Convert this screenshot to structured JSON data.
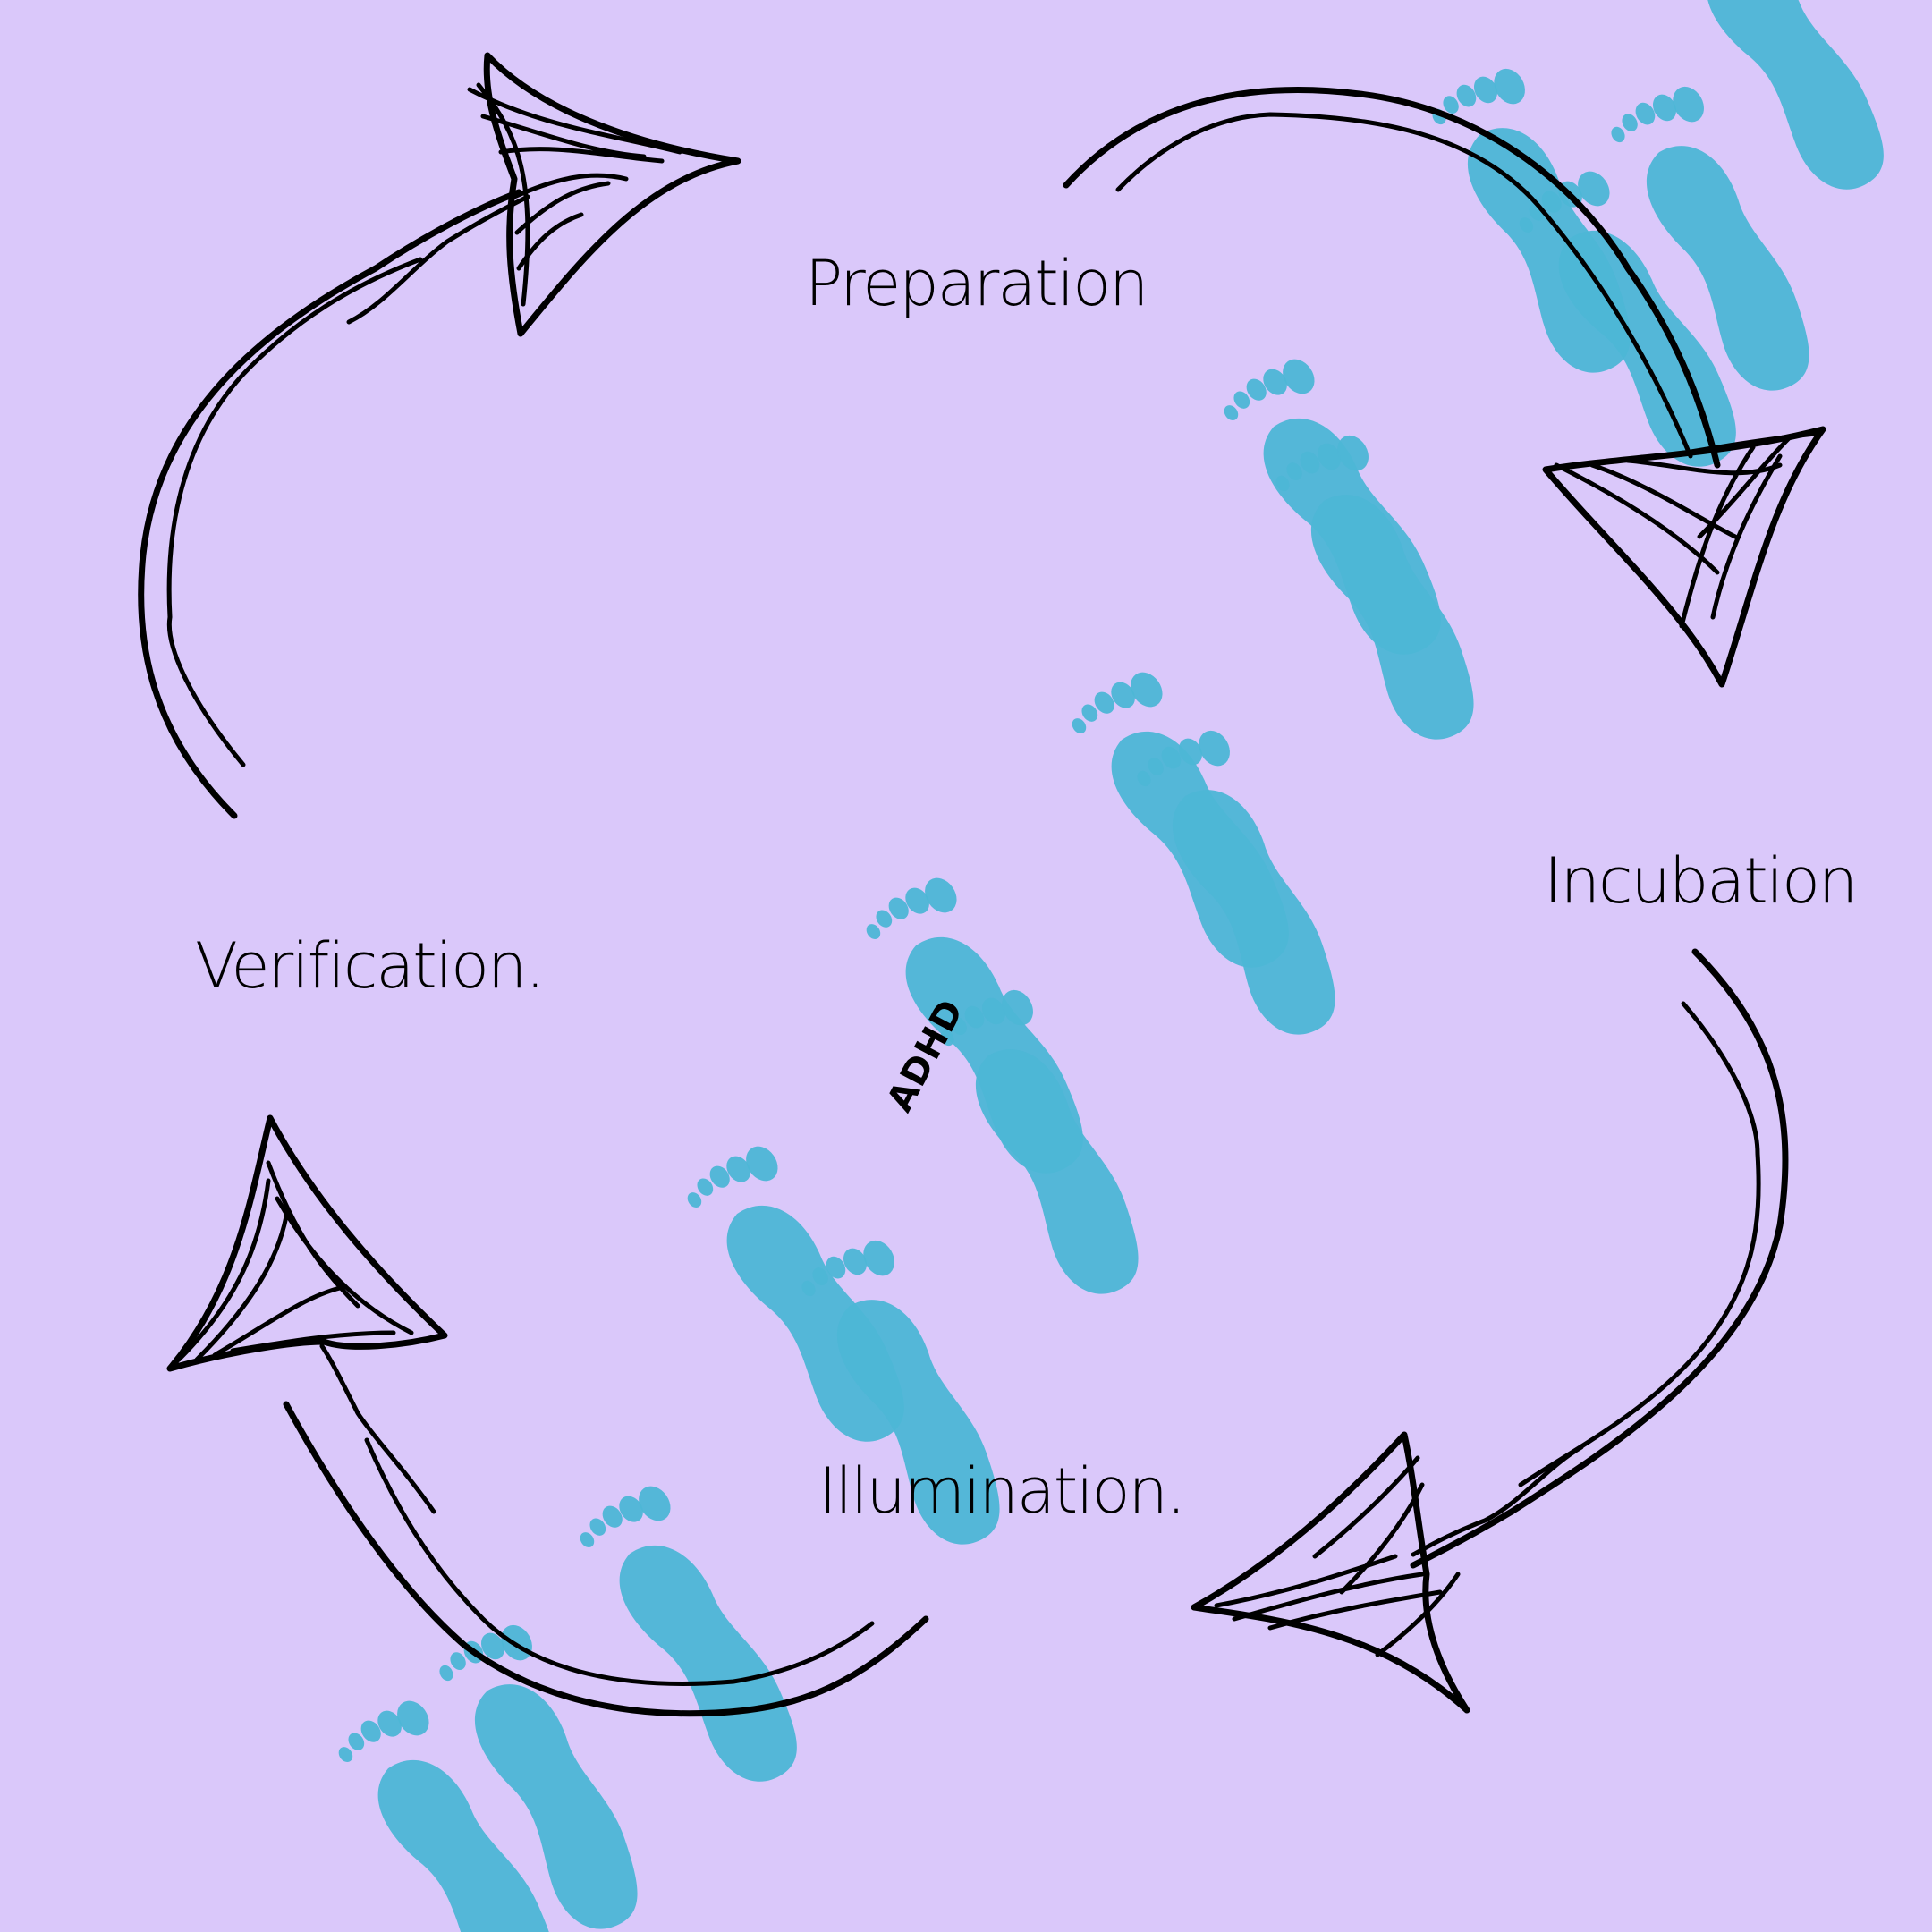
{
  "diagram": {
    "background": "#dac8fa",
    "footprint_color": "#4db6d6",
    "stages": [
      {
        "id": "preparation",
        "label": "Preparation"
      },
      {
        "id": "incubation",
        "label": "Incubation"
      },
      {
        "id": "illumination",
        "label": "Illumination."
      },
      {
        "id": "verification",
        "label": "Verification."
      }
    ],
    "footprint_tag": "ADHD"
  }
}
